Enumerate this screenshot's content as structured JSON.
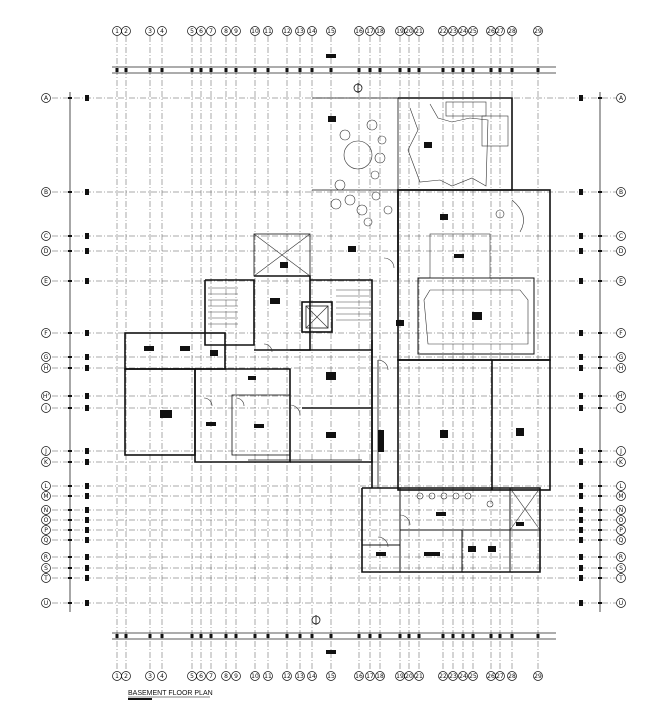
{
  "drawing": {
    "title": "BASEMENT FLOOR PLAN",
    "column_grid_labels": [
      "1",
      "2",
      "3",
      "4",
      "5",
      "6",
      "7",
      "8",
      "9",
      "10",
      "11",
      "12",
      "13",
      "14",
      "15",
      "16",
      "17",
      "18",
      "19",
      "20",
      "21",
      "22",
      "23",
      "24",
      "25",
      "26",
      "27",
      "28",
      "29"
    ],
    "row_grid_labels": [
      "A",
      "B",
      "C",
      "D",
      "E",
      "F",
      "G",
      "H",
      "H'",
      "I",
      "J",
      "K",
      "L",
      "M",
      "N",
      "O",
      "P",
      "Q",
      "R",
      "S",
      "T",
      "U"
    ]
  }
}
